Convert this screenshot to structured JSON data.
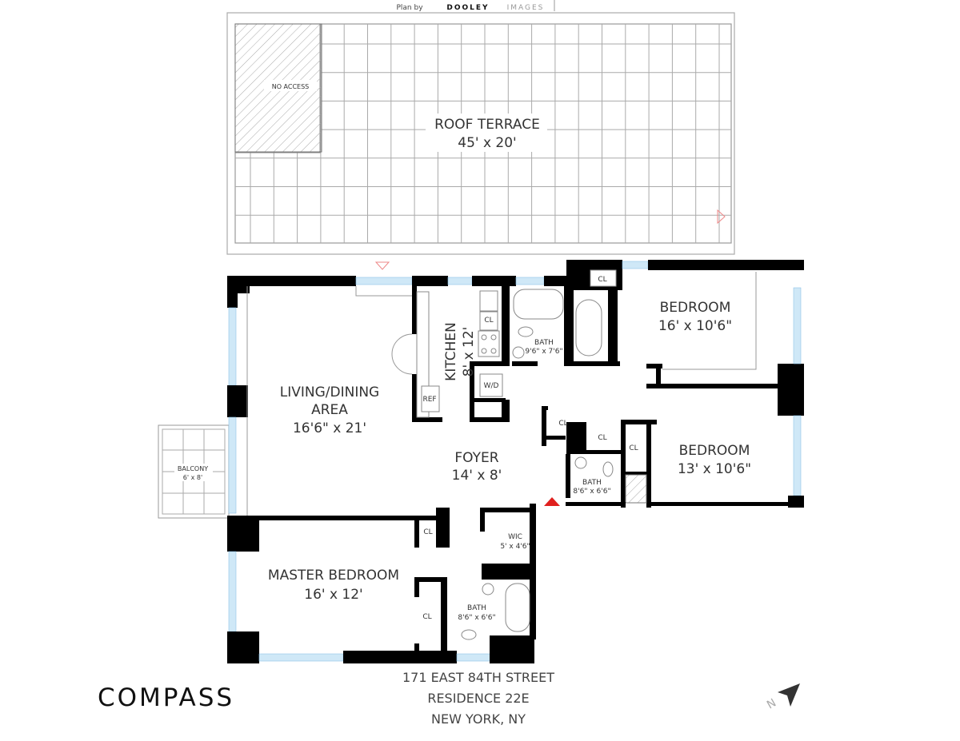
{
  "credit": {
    "prefix": "Plan by",
    "brand": "DOOLEY",
    "brand2": "IMAGES"
  },
  "roof": {
    "no_access": "NO ACCESS",
    "name": "ROOF TERRACE",
    "size": "45' x 20'"
  },
  "rooms": {
    "living": {
      "name1": "LIVING/DINING",
      "name2": "AREA",
      "size": "16'6\" x 21'"
    },
    "kitchen": {
      "name": "KITCHEN",
      "size": "8' x 12'"
    },
    "kitchen_cl": "CL",
    "ref": "REF",
    "wd": "W/D",
    "bath1": {
      "name": "BATH",
      "size": "9'6\" x 7'6\""
    },
    "bedroom1_cl": "CL",
    "bedroom1": {
      "name": "BEDROOM",
      "size": "16' x 10'6\""
    },
    "foyer_cl1": "CL",
    "foyer_cl2": "CL",
    "bedroom2_cl": "CL",
    "bedroom2": {
      "name": "BEDROOM",
      "size": "13' x 10'6\""
    },
    "foyer": {
      "name": "FOYER",
      "size": "14' x 8'"
    },
    "bath2": {
      "name": "BATH",
      "size": "8'6\" x 6'6\""
    },
    "balcony": {
      "name": "BALCONY",
      "size": "6' x 8'"
    },
    "master_cl1": "CL",
    "wic": {
      "name": "WIC",
      "size": "5' x 4'6\""
    },
    "master": {
      "name": "MASTER BEDROOM",
      "size": "16' x 12'"
    },
    "master_cl2": "CL",
    "bath3": {
      "name": "BATH",
      "size": "8'6\" x 6'6\""
    }
  },
  "address": {
    "line1": "171 EAST 84TH STREET",
    "line2": "RESIDENCE 22E",
    "line3": "NEW YORK, NY"
  },
  "logo": "COMPASS",
  "north": "N",
  "colors": {
    "wall": "#000000",
    "window": "#cfe8f7",
    "entry": "#e0201e"
  }
}
